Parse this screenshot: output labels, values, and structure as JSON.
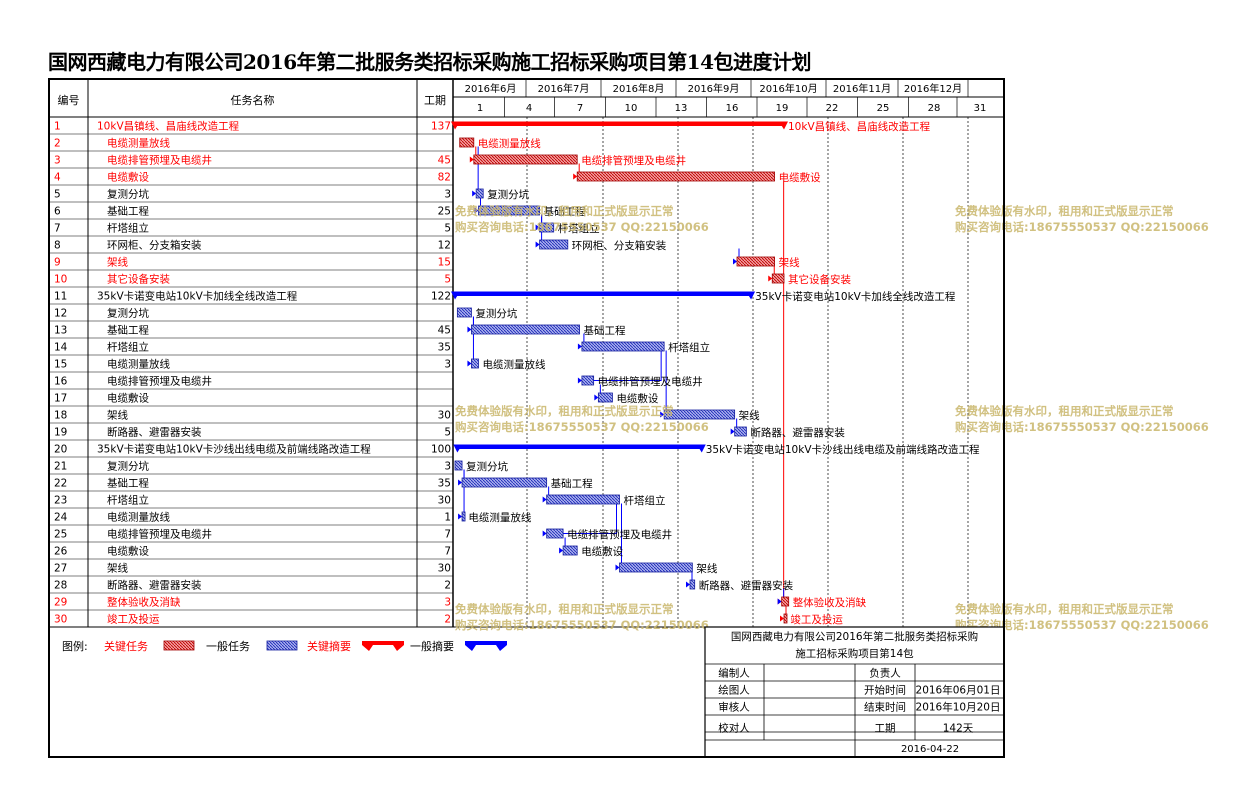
{
  "title": "国网西藏电力有限公司2016年第二批服务类招标采购施工招标采购项目第14包进度计划",
  "columns": {
    "id": "编号",
    "name": "任务名称",
    "duration": "工期"
  },
  "months": [
    "2016年6月",
    "2016年7月",
    "2016年8月",
    "2016年9月",
    "2016年10月",
    "2016年11月",
    "2016年12月"
  ],
  "day_ticks": [
    "1",
    "4",
    "7",
    "10",
    "13",
    "16",
    "19",
    "22",
    "25",
    "28",
    "31"
  ],
  "timeline_labels": [
    "10kV昌镇线、昌庙线改造工程",
    "电缆测量放线",
    "电缆排管预埋及电缆井",
    "电缆敷设",
    "复测分坑",
    "基础工程",
    "杆塔组立",
    "环网柜、分支箱安装",
    "架线",
    "其它设备安装",
    "35kV卡诺变电站10kV卡加线全线改造工程",
    "复测分坑",
    "基础工程",
    "杆塔组立",
    "电缆测量放线",
    "电缆排管预埋及电缆井",
    "电缆敷设",
    "架线",
    "断路器、避雷器安装",
    "35kV卡诺变电站10kV卡沙线出线电缆及前端线路改造工程",
    "复测分坑",
    "基础工程",
    "杆塔组立",
    "电缆测量放线",
    "电缆排管预埋及电缆井",
    "电缆敷设",
    "架线",
    "断路器、避雷器安装",
    "整体验收及消缺",
    "竣工及投运"
  ],
  "chart_data": {
    "type": "gantt",
    "title": "国网西藏电力有限公司2016年第二批服务类招标采购施工招标采购项目第14包进度计划",
    "start_date": "2016-06-01",
    "tasks": [
      {
        "id": "1",
        "name": "10kV昌镇线、昌庙线改造工程",
        "duration": "137",
        "kind": "critical-summary"
      },
      {
        "id": "2",
        "name": "电缆测量放线",
        "duration": "",
        "kind": "critical"
      },
      {
        "id": "3",
        "name": "电缆排管预埋及电缆井",
        "duration": "45",
        "kind": "critical"
      },
      {
        "id": "4",
        "name": "电缆敷设",
        "duration": "82",
        "kind": "critical"
      },
      {
        "id": "5",
        "name": "复测分坑",
        "duration": "3",
        "kind": "normal"
      },
      {
        "id": "6",
        "name": "基础工程",
        "duration": "25",
        "kind": "normal"
      },
      {
        "id": "7",
        "name": "杆塔组立",
        "duration": "5",
        "kind": "normal"
      },
      {
        "id": "8",
        "name": "环网柜、分支箱安装",
        "duration": "12",
        "kind": "normal"
      },
      {
        "id": "9",
        "name": "架线",
        "duration": "15",
        "kind": "critical"
      },
      {
        "id": "10",
        "name": "其它设备安装",
        "duration": "5",
        "kind": "critical"
      },
      {
        "id": "11",
        "name": "35kV卡诺变电站10kV卡加线全线改造工程",
        "duration": "122",
        "kind": "summary"
      },
      {
        "id": "12",
        "name": "复测分坑",
        "duration": "",
        "kind": "normal"
      },
      {
        "id": "13",
        "name": "基础工程",
        "duration": "45",
        "kind": "normal"
      },
      {
        "id": "14",
        "name": "杆塔组立",
        "duration": "35",
        "kind": "normal"
      },
      {
        "id": "15",
        "name": "电缆测量放线",
        "duration": "3",
        "kind": "normal"
      },
      {
        "id": "16",
        "name": "电缆排管预埋及电缆井",
        "duration": "",
        "kind": "normal"
      },
      {
        "id": "17",
        "name": "电缆敷设",
        "duration": "",
        "kind": "normal"
      },
      {
        "id": "18",
        "name": "架线",
        "duration": "30",
        "kind": "normal"
      },
      {
        "id": "19",
        "name": "断路器、避雷器安装",
        "duration": "5",
        "kind": "normal"
      },
      {
        "id": "20",
        "name": "35kV卡诺变电站10kV卡沙线出线电缆及前端线路改造工程",
        "duration": "100",
        "kind": "summary"
      },
      {
        "id": "21",
        "name": "复测分坑",
        "duration": "3",
        "kind": "normal"
      },
      {
        "id": "22",
        "name": "基础工程",
        "duration": "35",
        "kind": "normal"
      },
      {
        "id": "23",
        "name": "杆塔组立",
        "duration": "30",
        "kind": "normal"
      },
      {
        "id": "24",
        "name": "电缆测量放线",
        "duration": "1",
        "kind": "normal"
      },
      {
        "id": "25",
        "name": "电缆排管预埋及电缆井",
        "duration": "7",
        "kind": "normal"
      },
      {
        "id": "26",
        "name": "电缆敷设",
        "duration": "7",
        "kind": "normal"
      },
      {
        "id": "27",
        "name": "架线",
        "duration": "30",
        "kind": "normal"
      },
      {
        "id": "28",
        "name": "断路器、避雷器安装",
        "duration": "2",
        "kind": "normal"
      },
      {
        "id": "29",
        "name": "整体验收及消缺",
        "duration": "3",
        "kind": "critical"
      },
      {
        "id": "30",
        "name": "竣工及投运",
        "duration": "2",
        "kind": "critical"
      }
    ]
  },
  "legend": {
    "prefix": "图例:",
    "critical_task": "关键任务",
    "normal_task": "一般任务",
    "critical_summary": "关键摘要",
    "normal_summary": "一般摘要"
  },
  "info_box": {
    "title_line1": "国网西藏电力有限公司2016年第二批服务类招标采购",
    "title_line2": "施工招标采购项目第14包",
    "editor_label": "编制人",
    "editor_value": "",
    "owner_label": "负责人",
    "owner_value": "",
    "drafter_label": "绘图人",
    "drafter_value": "",
    "start_label": "开始时间",
    "start_value": "2016年06月01日",
    "reviewer_label": "审核人",
    "reviewer_value": "",
    "end_label": "结束时间",
    "end_value": "2016年10月20日",
    "checker_label": "校对人",
    "checker_value": "",
    "duration_label": "工期",
    "duration_value": "142天",
    "date": "2016-04-22"
  },
  "watermark": {
    "line1": "免费体验版有水印，租用和正式版显示正常",
    "line2": "购买咨询电话:18675550537 QQ:22150066"
  },
  "colors": {
    "critical": "#e83a3a",
    "normal": "#3b46d8",
    "critical_text": "#ff0000",
    "watermark": "#c9b66b"
  }
}
